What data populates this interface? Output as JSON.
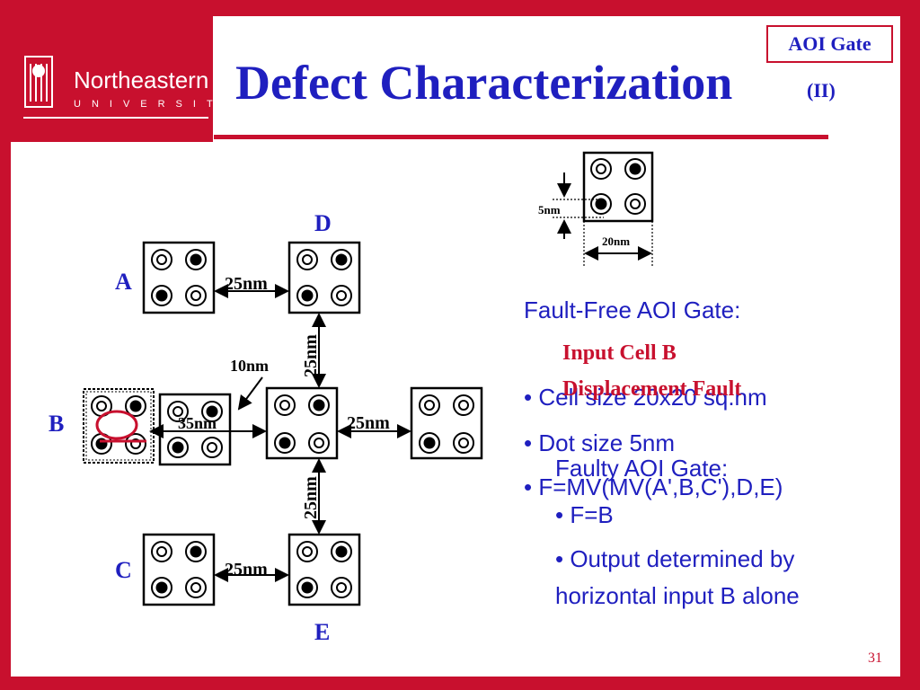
{
  "header": {
    "university_name": "Northeastern",
    "university_sub": "UNIVERSITY",
    "title": "Defect Characterization",
    "title_suffix": "(II)",
    "tag": "AOI Gate"
  },
  "diagram": {
    "labels": {
      "a": "A",
      "b": "B",
      "c": "C",
      "d": "D",
      "e": "E"
    },
    "dims": {
      "a_d": "25nm",
      "d_center": "25nm",
      "ten": "10nm",
      "b_shift": "35nm",
      "center_right": "25nm",
      "center_e": "25nm",
      "c_e": "25nm",
      "dot": "5nm",
      "cell": "20nm"
    }
  },
  "content": {
    "fault_free_heading": "Fault-Free AOI Gate:",
    "fault_free_items": [
      "Cell size 20x20 sq.nm",
      "Dot size 5nm",
      "F=MV(MV(A',B,C'),D,E)"
    ],
    "fault_title_line1": "Input Cell B",
    "fault_title_line2": "Displacement Fault",
    "faulty_heading": "Faulty AOI Gate:",
    "faulty_items": [
      "F=B",
      "Output determined by"
    ],
    "faulty_item_cont": "horizontal input B alone"
  },
  "page_number": "31",
  "colors": {
    "brand_red": "#c8102e",
    "title_blue": "#1f1fbf"
  }
}
